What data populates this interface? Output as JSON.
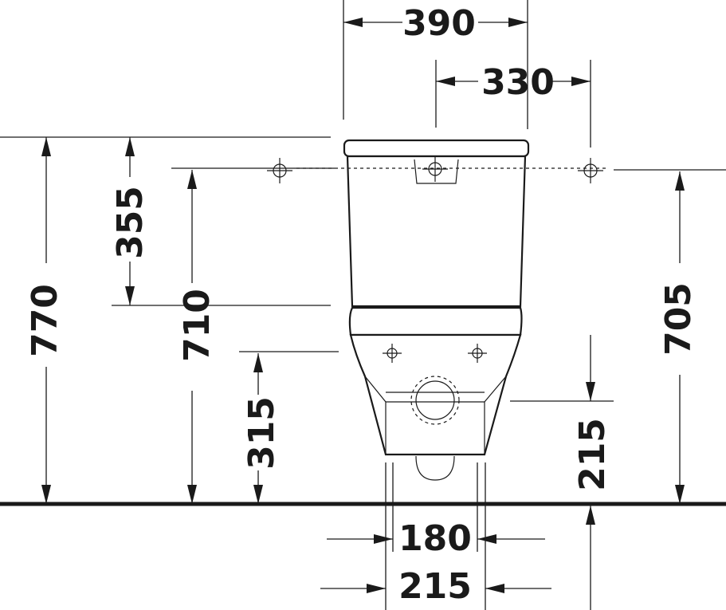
{
  "dimensions": {
    "tank_width": "390",
    "mounting_hole_spacing": "330",
    "tank_fixing_height": "355",
    "overall_height": "770",
    "inlet_height": "710",
    "outlet_height": "315",
    "side_height": "705",
    "floor_to_outlet": "215",
    "foot_inner_width": "180",
    "foot_outer_width": "215"
  },
  "colors": {
    "line": "#1a1a1a",
    "background": "#ffffff"
  },
  "icons": [
    "crosshair-icon"
  ]
}
